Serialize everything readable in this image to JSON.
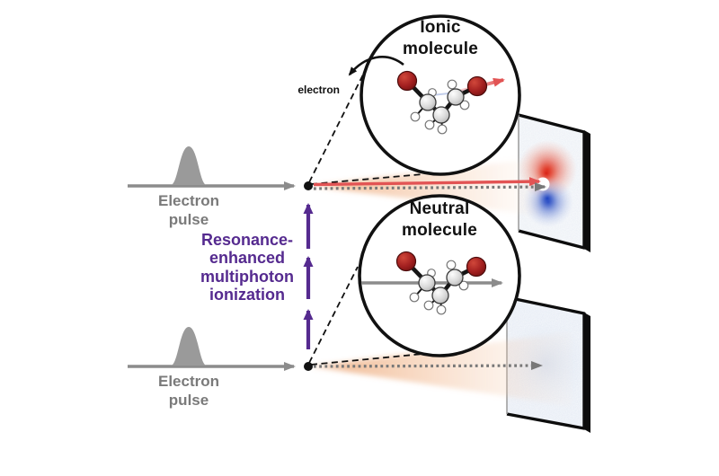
{
  "diagram": {
    "top_beam": {
      "label": "Electron\npulse"
    },
    "bottom_beam": {
      "label": "Electron\npulse"
    },
    "rempi": {
      "label": "Resonance-\nenhanced\nmultiphoton\nionization"
    },
    "ionic_inset": {
      "title": "Ionic\nmolecule",
      "electron_label": "electron"
    },
    "neutral_inset": {
      "title": "Neutral\nmolecule"
    },
    "colors": {
      "beam_gray": "#8c8c8c",
      "pulse_gray": "#9a9a9a",
      "rempi_purple": "#552a8f",
      "ion_recoil_red": "#e25454",
      "scatter_cone_orange": "#efaa78",
      "detector_positive_red": "#e0301e",
      "detector_negative_blue": "#2a52c8",
      "bromine_dark_red": "#9c1c1c",
      "carbon_gray": "#d2d2d2",
      "hydrogen_white": "#ffffff"
    }
  }
}
